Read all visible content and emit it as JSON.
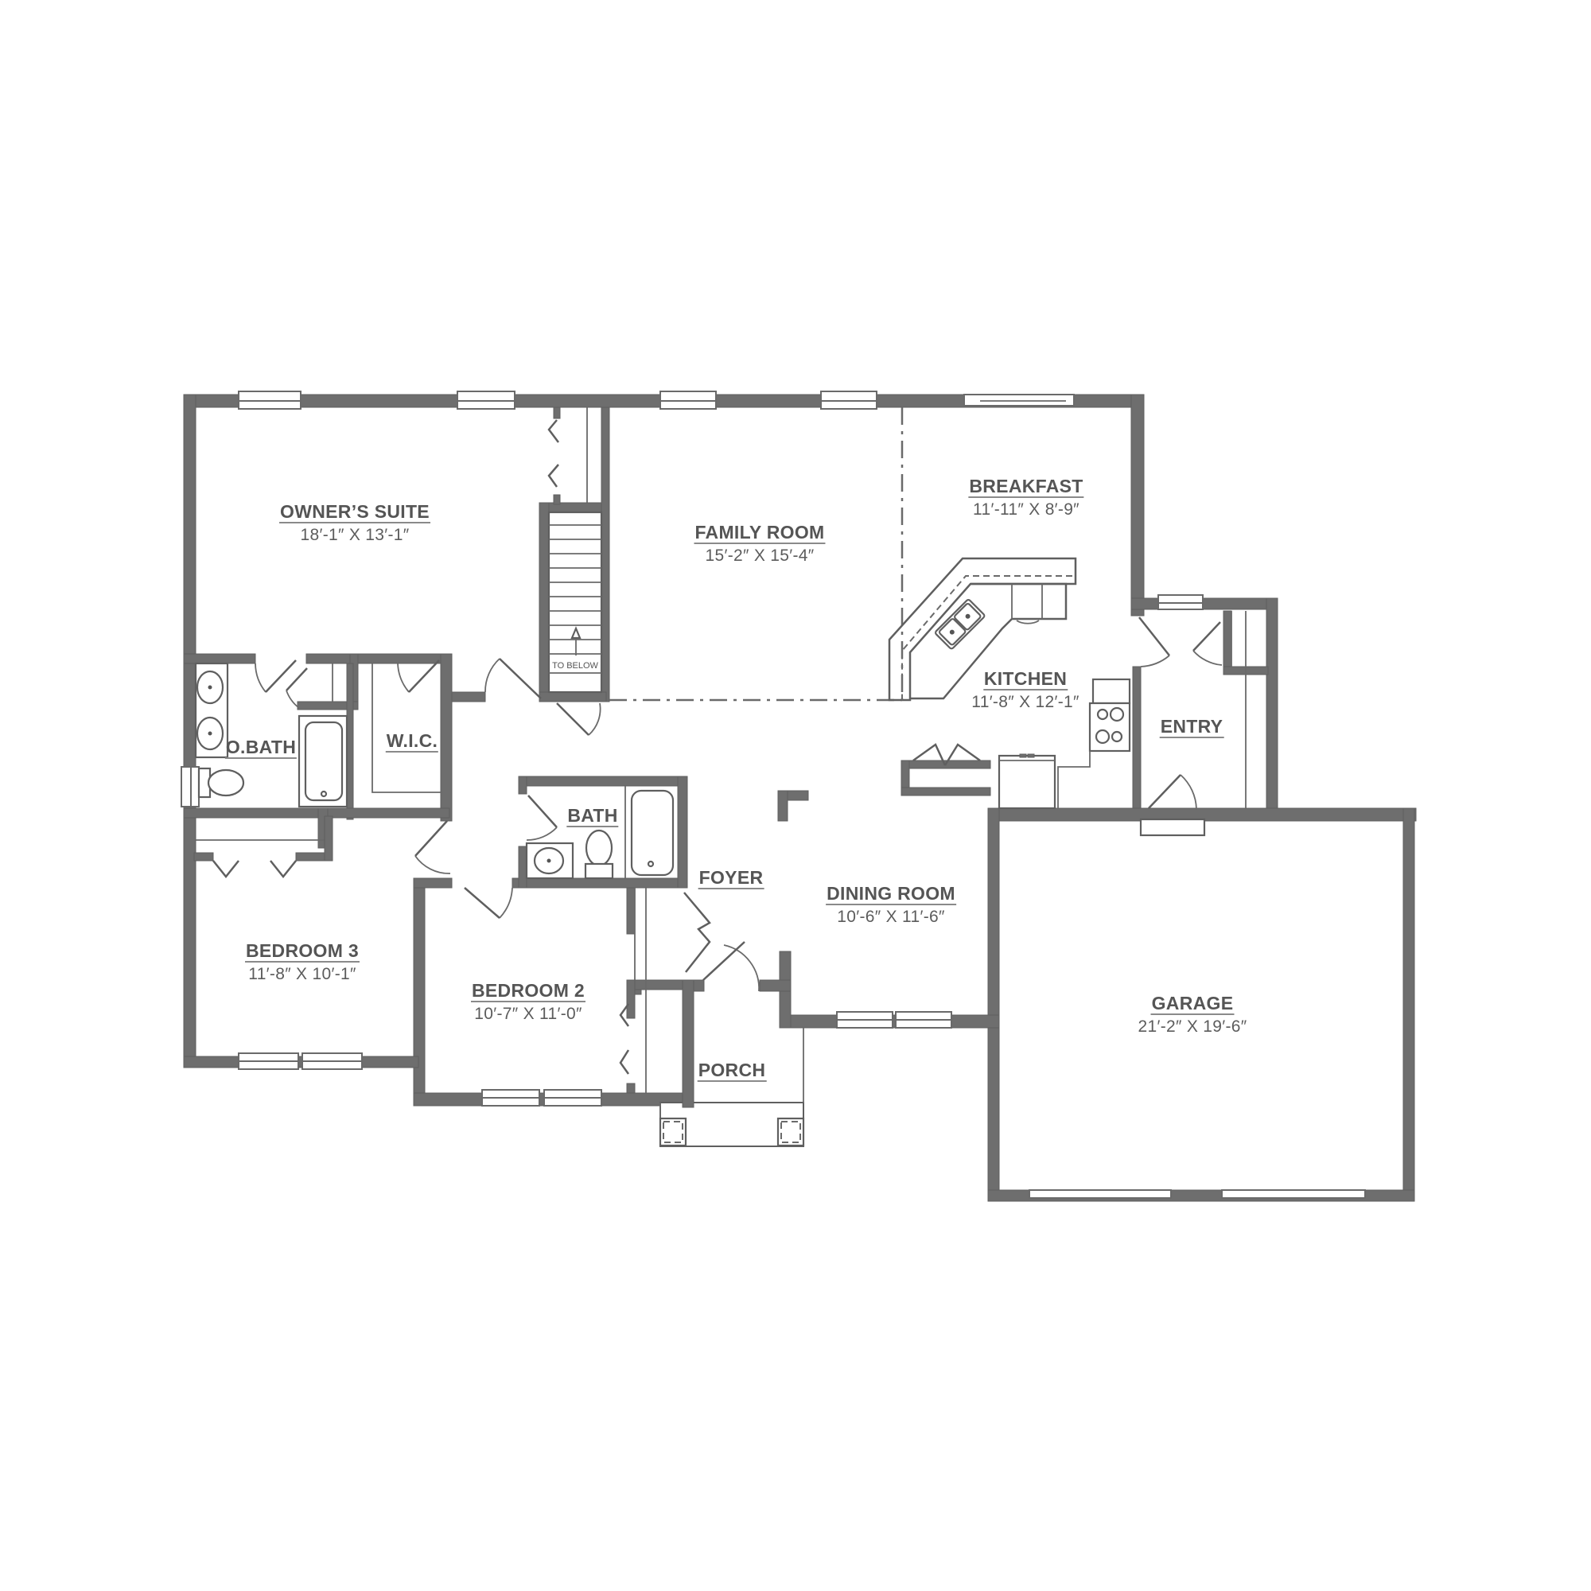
{
  "floorplan": {
    "wall_color": "#6e6e6e",
    "text_color": "#555555",
    "background": "#ffffff",
    "rooms": {
      "owners_suite": {
        "name": "OWNER’S SUITE",
        "dims": "18′-1″ X 13′-1″"
      },
      "family_room": {
        "name": "FAMILY ROOM",
        "dims": "15′-2″ X 15′-4″"
      },
      "breakfast": {
        "name": "BREAKFAST",
        "dims": "11′-11″ X 8′-9″"
      },
      "kitchen": {
        "name": "KITCHEN",
        "dims": "11′-8″ X 12′-1″"
      },
      "entry": {
        "name": "ENTRY"
      },
      "o_bath": {
        "name": "O.BATH"
      },
      "wic": {
        "name": "W.I.C."
      },
      "bath": {
        "name": "BATH"
      },
      "foyer": {
        "name": "FOYER"
      },
      "dining_room": {
        "name": "DINING ROOM",
        "dims": "10′-6″ X 11′-6″"
      },
      "bedroom_3": {
        "name": "BEDROOM 3",
        "dims": "11′-8″ X 10′-1″"
      },
      "bedroom_2": {
        "name": "BEDROOM 2",
        "dims": "10′-7″ X 11′-0″"
      },
      "porch": {
        "name": "PORCH"
      },
      "garage": {
        "name": "GARAGE",
        "dims": "21′-2″ X 19′-6″"
      }
    },
    "stairs": {
      "label": "TO BELOW",
      "icon": "arrow-up-icon"
    }
  }
}
